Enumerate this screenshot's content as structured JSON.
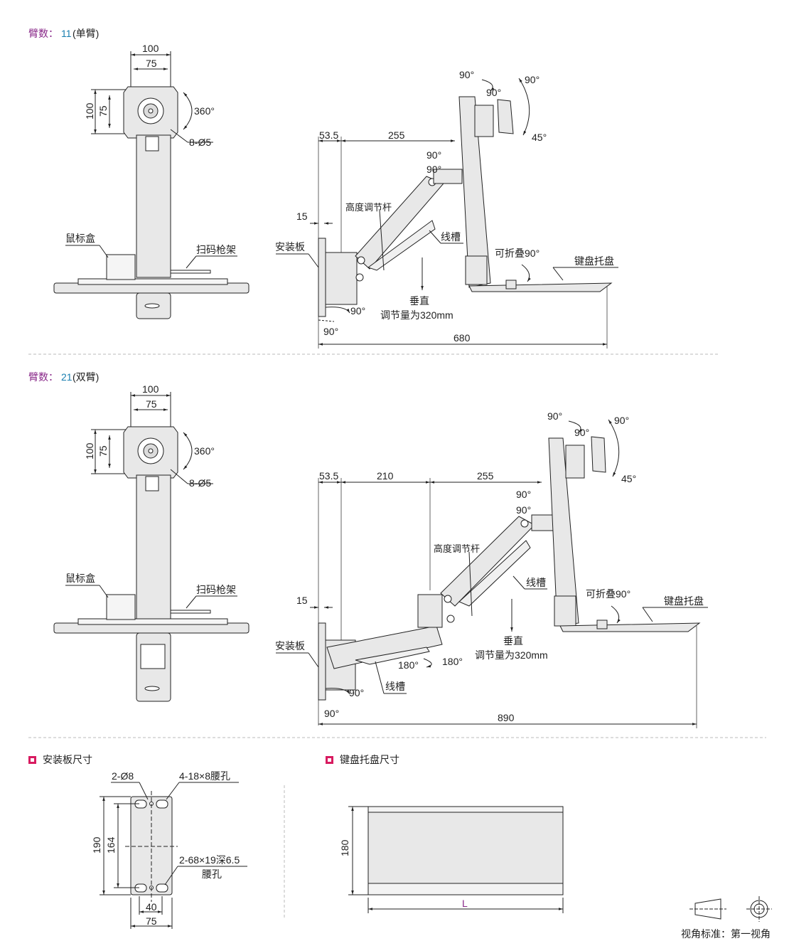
{
  "sections": {
    "single": {
      "arms_label": "臂数：",
      "arms_code": "11",
      "arms_suffix": "(单臂)"
    },
    "double": {
      "arms_label": "臂数：",
      "arms_code": "21",
      "arms_suffix": "(双臂)"
    }
  },
  "front_view": {
    "dim_100_top": "100",
    "dim_75_top": "75",
    "dim_100_side": "100",
    "dim_75_side": "75",
    "rotation": "360°",
    "holes": "8-Ø5",
    "mouse_box": "鼠标盒",
    "scanner_holder": "扫码枪架"
  },
  "side_view_single": {
    "dim_53_5": "53.5",
    "dim_255": "255",
    "dim_15": "15",
    "dim_680": "680",
    "height_rod": "高度调节杆",
    "cable_slot": "线槽",
    "mount_plate": "安装板",
    "vertical": "垂直",
    "vertical_range": "调节量为320mm",
    "foldable": "可折叠90°",
    "keyboard_tray": "键盘托盘",
    "angles": [
      "90°",
      "90°",
      "90°",
      "45°",
      "90°",
      "90°",
      "90°",
      "90°"
    ]
  },
  "side_view_double": {
    "dim_53_5": "53.5",
    "dim_210": "210",
    "dim_255": "255",
    "dim_15": "15",
    "dim_890": "890",
    "height_rod": "高度调节杆",
    "cable_slot": "线槽",
    "cable_slot_lower": "线槽",
    "mount_plate": "安装板",
    "vertical": "垂直",
    "vertical_range": "调节量为320mm",
    "foldable": "可折叠90°",
    "keyboard_tray": "键盘托盘",
    "rot_180_a": "180°",
    "rot_180_b": "180°",
    "angles": [
      "90°",
      "90°",
      "90°",
      "45°",
      "90°",
      "90°",
      "90°",
      "90°"
    ]
  },
  "mount_plate_dims": {
    "title": "安装板尺寸",
    "holes_top": "2-Ø8",
    "slots_top": "4-18×8腰孔",
    "dim_190": "190",
    "dim_164": "164",
    "slots_bottom": "2-68×19深6.5",
    "slots_bottom_2": "腰孔",
    "dim_40": "40",
    "dim_75": "75"
  },
  "tray_dims": {
    "title": "键盘托盘尺寸",
    "dim_180": "180",
    "dim_L": "L"
  },
  "projection": {
    "label": "视角标准：第一视角"
  },
  "colors": {
    "accent_purple": "#8a2a8a",
    "accent_blue": "#1a7fb0",
    "bullet": "#d81b60",
    "line": "#222222",
    "fill": "#e8e8e8"
  }
}
